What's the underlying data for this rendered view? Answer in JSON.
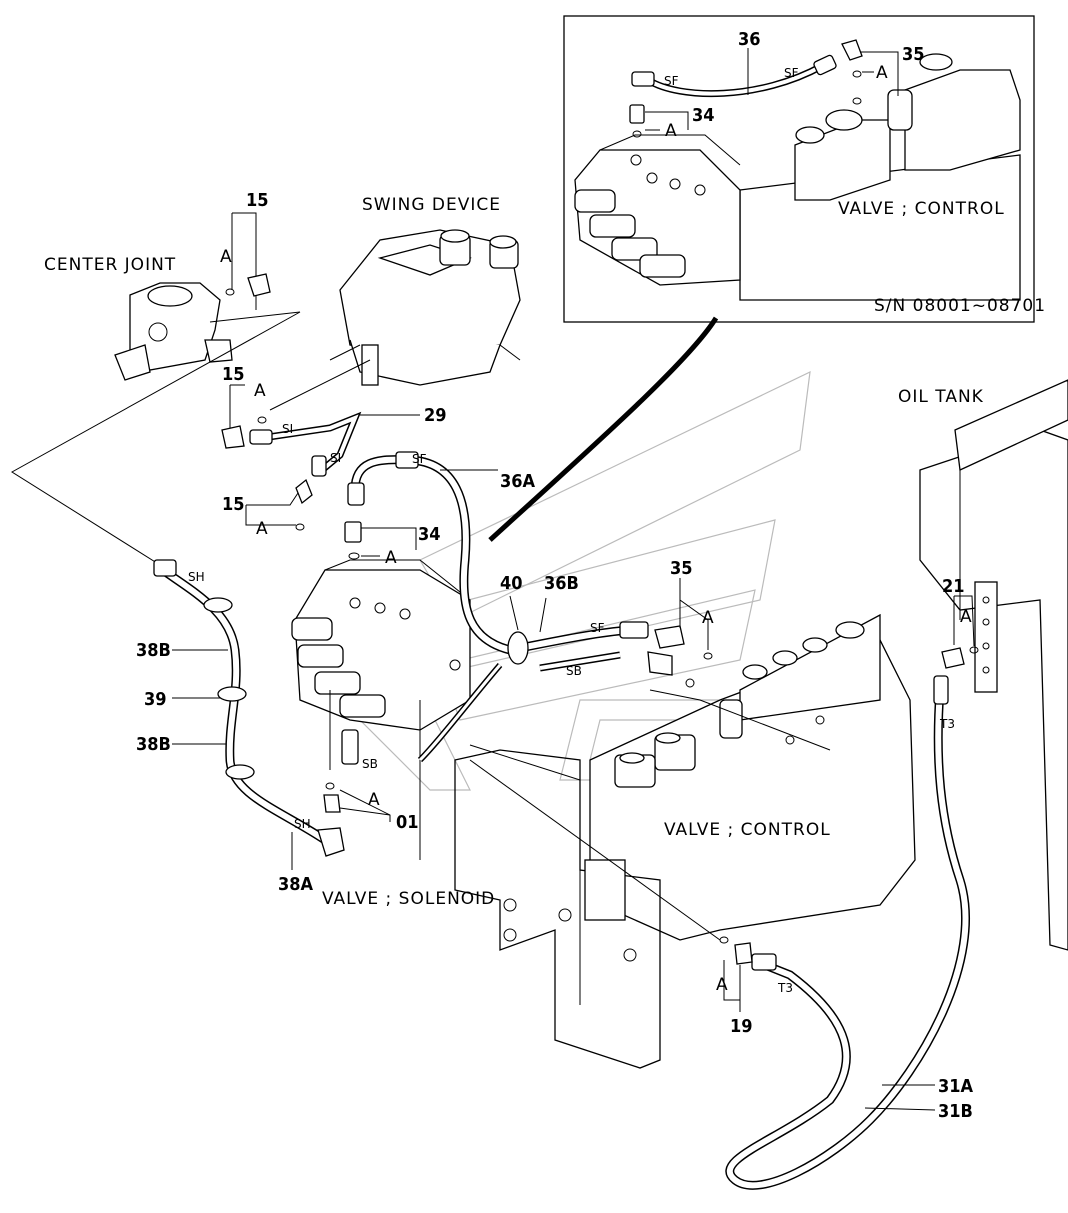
{
  "labels": {
    "swing_device": "SWING DEVICE",
    "center_joint": "CENTER JOINT",
    "oil_tank": "OIL TANK",
    "valve_control_inset": "VALVE ; CONTROL",
    "valve_control_main": "VALVE ; CONTROL",
    "valve_solenoid": "VALVE ; SOLENOID",
    "serial_range": "S/N 08001~08701"
  },
  "part_numbers": {
    "p36": "36",
    "p35_inset": "35",
    "p34_inset": "34",
    "p15_top": "15",
    "p15_mid": "15",
    "p15_low": "15",
    "p29": "29",
    "p36a": "36A",
    "p34": "34",
    "p40": "40",
    "p36b": "36B",
    "p35": "35",
    "p21": "21",
    "p38b_top": "38B",
    "p39": "39",
    "p38b_bot": "38B",
    "p01": "01",
    "p38a": "38A",
    "p19": "19",
    "p31a": "31A",
    "p31b": "31B"
  },
  "ref_marks": {
    "a1": "A",
    "a2": "A",
    "a3": "A",
    "a4": "A",
    "a5": "A",
    "a6": "A",
    "a7": "A",
    "a8": "A",
    "a9": "A",
    "a10": "A"
  },
  "port_codes": {
    "sf1": "SF",
    "sf2": "SF",
    "sf3": "SF",
    "sf4": "SF",
    "si1": "SI",
    "si2": "SI",
    "sh1": "SH",
    "sh2": "SH",
    "sb1": "SB",
    "sb2": "SB",
    "t3a": "T3",
    "t3b": "T3"
  }
}
